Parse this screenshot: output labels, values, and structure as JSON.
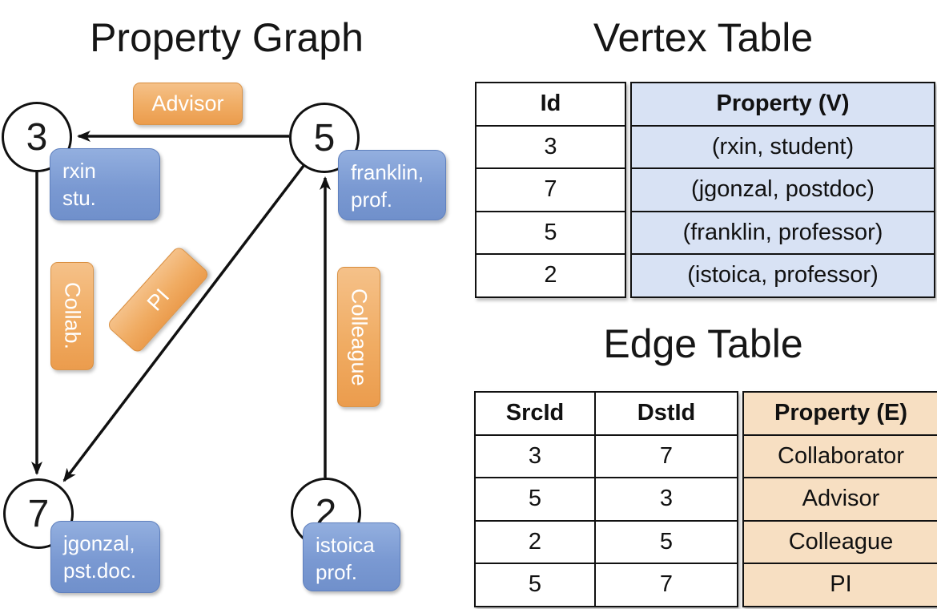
{
  "graph": {
    "title": "Property Graph",
    "nodes": {
      "n3": "3",
      "n5": "5",
      "n7": "7",
      "n2": "2"
    },
    "node_props": {
      "v3": {
        "line1": "rxin",
        "line2": "stu."
      },
      "v5": {
        "line1": "franklin,",
        "line2": "prof."
      },
      "v7": {
        "line1": "jgonzal,",
        "line2": "pst.doc."
      },
      "v2": {
        "line1": "istoica",
        "line2": "prof."
      }
    },
    "edge_labels": {
      "advisor": "Advisor",
      "collab": "Collab.",
      "pi": "PI",
      "colleague": "Colleague"
    }
  },
  "vertex_table": {
    "title": "Vertex Table",
    "columns": [
      "Id",
      "Property (V)"
    ],
    "rows": [
      [
        "3",
        "(rxin, student)"
      ],
      [
        "7",
        "(jgonzal, postdoc)"
      ],
      [
        "5",
        "(franklin, professor)"
      ],
      [
        "2",
        "(istoica, professor)"
      ]
    ]
  },
  "edge_table": {
    "title": "Edge Table",
    "columns": [
      "SrcId",
      "DstId",
      "Property (E)"
    ],
    "rows": [
      [
        "3",
        "7",
        "Collaborator"
      ],
      [
        "5",
        "3",
        "Advisor"
      ],
      [
        "2",
        "5",
        "Colleague"
      ],
      [
        "5",
        "7",
        "PI"
      ]
    ]
  },
  "colors": {
    "edge_label_orange": "#EB9C4D",
    "vertex_box_blue": "#7A99D2",
    "vertex_cell_bg": "#D8E2F4",
    "edge_cell_bg": "#F7DFC2",
    "line_black": "#111111"
  }
}
